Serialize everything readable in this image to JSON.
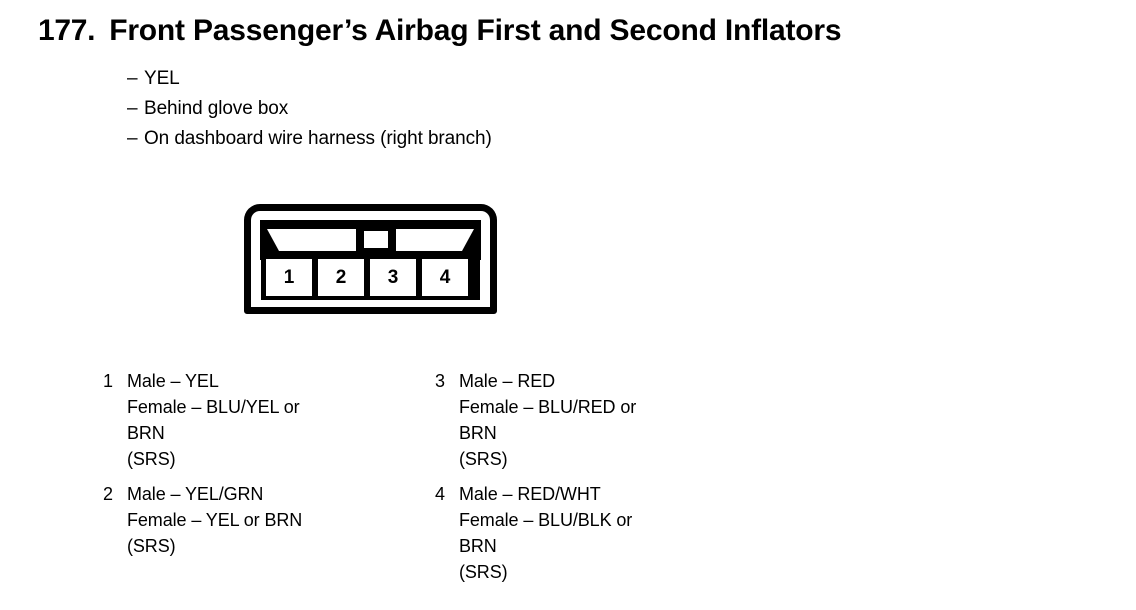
{
  "title": {
    "number": "177.",
    "text": "Front Passenger’s Airbag First and Second Inflators"
  },
  "notes": [
    {
      "dash": "–",
      "text": "YEL"
    },
    {
      "dash": "–",
      "text": "Behind glove box"
    },
    {
      "dash": "–",
      "text": "On dashboard wire harness (right branch)"
    }
  ],
  "connector": {
    "cavities": [
      {
        "label": "1"
      },
      {
        "label": "2"
      },
      {
        "label": "3"
      },
      {
        "label": "4"
      }
    ]
  },
  "legend": {
    "left_column": [
      {
        "pin": "1",
        "lines": [
          "Male – YEL",
          "Female – BLU/YEL or",
          "BRN",
          "(SRS)"
        ]
      },
      {
        "pin": "2",
        "lines": [
          "Male – YEL/GRN",
          "Female – YEL or BRN",
          "(SRS)"
        ]
      }
    ],
    "right_column": [
      {
        "pin": "3",
        "lines": [
          "Male – RED",
          "Female – BLU/RED or",
          "BRN",
          "(SRS)"
        ]
      },
      {
        "pin": "4",
        "lines": [
          "Male – RED/WHT",
          "Female – BLU/BLK or",
          "BRN",
          "(SRS)"
        ]
      }
    ]
  },
  "colors": {
    "ink": "#000000",
    "page": "#ffffff"
  }
}
